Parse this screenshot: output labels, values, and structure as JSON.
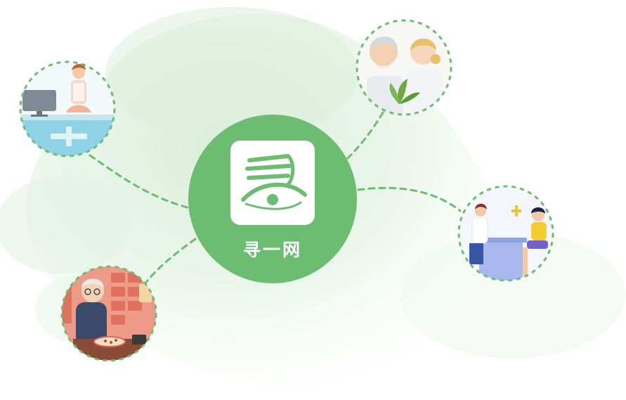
{
  "hub": {
    "name": "寻一网",
    "logo_icon": "eye-logo-icon",
    "color": "#6cbd72"
  },
  "satellites": [
    {
      "name": "pharmacy-counter-illustration",
      "icon": "pharmacist-at-counter-icon"
    },
    {
      "name": "tcm-doctors-illustration",
      "icon": "elderly-doctors-with-herb-icon"
    },
    {
      "name": "consultation-illustration",
      "icon": "doctor-patient-consultation-icon"
    },
    {
      "name": "herbalist-illustration",
      "icon": "elderly-herbalist-preparing-medicine-icon"
    }
  ],
  "colors": {
    "accent": "#6cbd72",
    "connector": "#6cbd72",
    "background_blob": "#e3f1e3"
  }
}
